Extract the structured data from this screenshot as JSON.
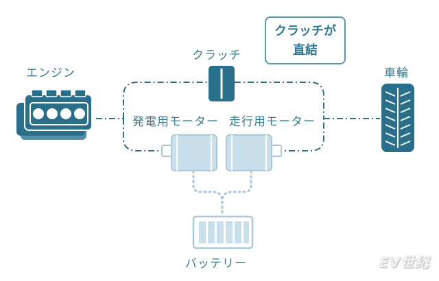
{
  "labels": {
    "engine": "エンジン",
    "clutch": "クラッチ",
    "generator_motor": "発電用モーター",
    "drive_motor": "走行用モーター",
    "wheel": "車輪",
    "battery": "バッテリー"
  },
  "callout": {
    "line1": "クラッチが",
    "line2": "直結"
  },
  "watermark": "EV世纪",
  "colors": {
    "dark_teal": "#2a6f89",
    "light_blue": "#c9e0ec",
    "line": "#2f6f86",
    "dotted": "#a9c7d4",
    "text": "#3d7a8e"
  }
}
